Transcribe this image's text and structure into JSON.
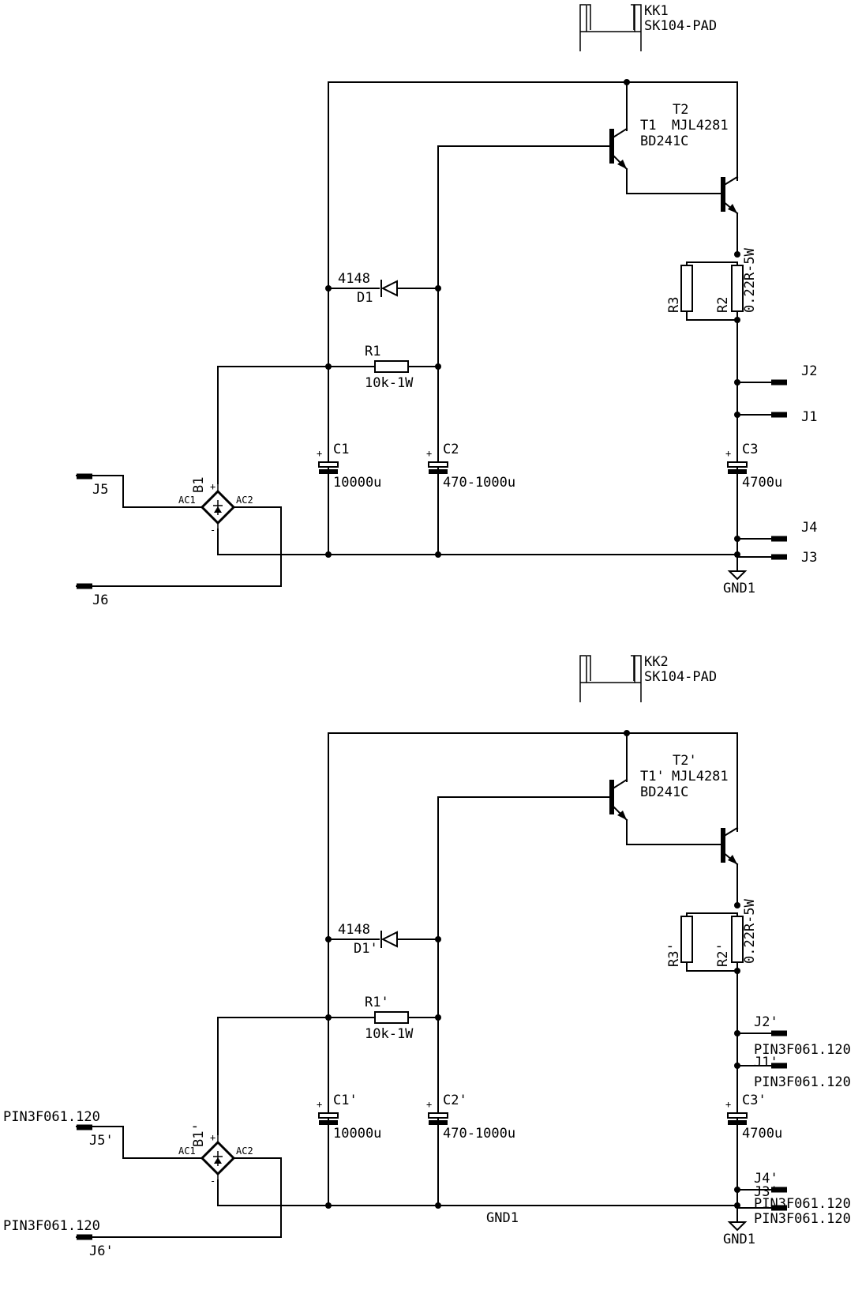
{
  "schematic_top": {
    "heatsink": {
      "ref": "KK1",
      "value": "SK104-PAD"
    },
    "transistors": {
      "t2_ref": "T2",
      "t1_ref": "T1",
      "t2_value": "MJL4281",
      "t1_value": "BD241C"
    },
    "diode": {
      "value": "4148",
      "ref": "D1"
    },
    "resistor_r1": {
      "ref": "R1",
      "value": "10k-1W"
    },
    "resistor_r2": {
      "ref": "R2",
      "value": "0.22R-5W"
    },
    "resistor_r3": {
      "ref": "R3"
    },
    "bridge": {
      "ref": "B1",
      "pin_plus": "+",
      "pin_minus": "-",
      "pin_ac1": "AC1",
      "pin_ac2": "AC2"
    },
    "capacitors": [
      {
        "ref": "C1",
        "value": "10000u"
      },
      {
        "ref": "C2",
        "value": "470-1000u"
      },
      {
        "ref": "C3",
        "value": "4700u"
      }
    ],
    "cap_plus": "+",
    "connectors": {
      "j1": "J1",
      "j2": "J2",
      "j3": "J3",
      "j4": "J4",
      "j5": "J5",
      "j6": "J6"
    },
    "ground": "GND1"
  },
  "schematic_bottom": {
    "heatsink": {
      "ref": "KK2",
      "value": "SK104-PAD"
    },
    "transistors": {
      "t2_ref": "T2'",
      "t1_ref": "T1'",
      "t2_value": "MJL4281",
      "t1_value": "BD241C"
    },
    "diode": {
      "value": "4148",
      "ref": "D1'"
    },
    "resistor_r1": {
      "ref": "R1'",
      "value": "10k-1W"
    },
    "resistor_r2": {
      "ref": "R2'",
      "value": "0.22R-5W"
    },
    "resistor_r3": {
      "ref": "R3'"
    },
    "bridge": {
      "ref": "B1'",
      "pin_plus": "+",
      "pin_minus": "-",
      "pin_ac1": "AC1",
      "pin_ac2": "AC2"
    },
    "capacitors": [
      {
        "ref": "C1'",
        "value": "10000u"
      },
      {
        "ref": "C2'",
        "value": "470-1000u"
      },
      {
        "ref": "C3'",
        "value": "4700u"
      }
    ],
    "cap_plus": "+",
    "connectors": {
      "j1": "J1'",
      "j2": "J2'",
      "j3": "J3'",
      "j4": "J4'",
      "j5": "J5'",
      "j6": "J6'"
    },
    "connector_value": "PIN3F061.120",
    "ground_net_label": "GND1",
    "ground": "GND1"
  }
}
